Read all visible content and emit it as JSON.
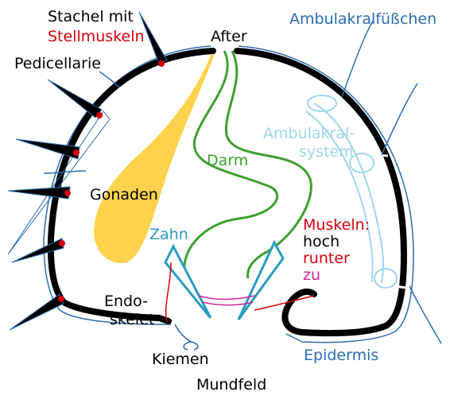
{
  "labels": {
    "stachel_line1": "Stachel mit",
    "stachel_line2": "Stellmuskeln",
    "pedicellarie": "Pedicellarie",
    "after": "After",
    "ambulakralfuesschen": "Ambulakralfüßchen",
    "ambulakral_line1": "Ambulakral-",
    "ambulakral_line2": "system",
    "darm": "Darm",
    "gonaden": "Gonaden",
    "zahn": "Zahn",
    "muskeln_line1": "Muskeln:",
    "muskeln_line2": "hoch",
    "muskeln_line3": "runter",
    "muskeln_line4": "zu",
    "endoskelet_line1": "Endo-",
    "endoskelet_line2": "skelet",
    "kiemen": "Kiemen",
    "epidermis": "Epidermis",
    "mundfeld": "Mundfeld"
  },
  "colors": {
    "skeleton": "#000000",
    "epidermis": "#2a6db0",
    "gut": "#3ea02e",
    "gonad": "#ffd24d",
    "ambulacral": "#9fd6ea",
    "tooth": "#2a9cc0",
    "muscle_red": "#d9000d",
    "muscle_magenta": "#cc2299",
    "label_red": "#d9000d"
  }
}
